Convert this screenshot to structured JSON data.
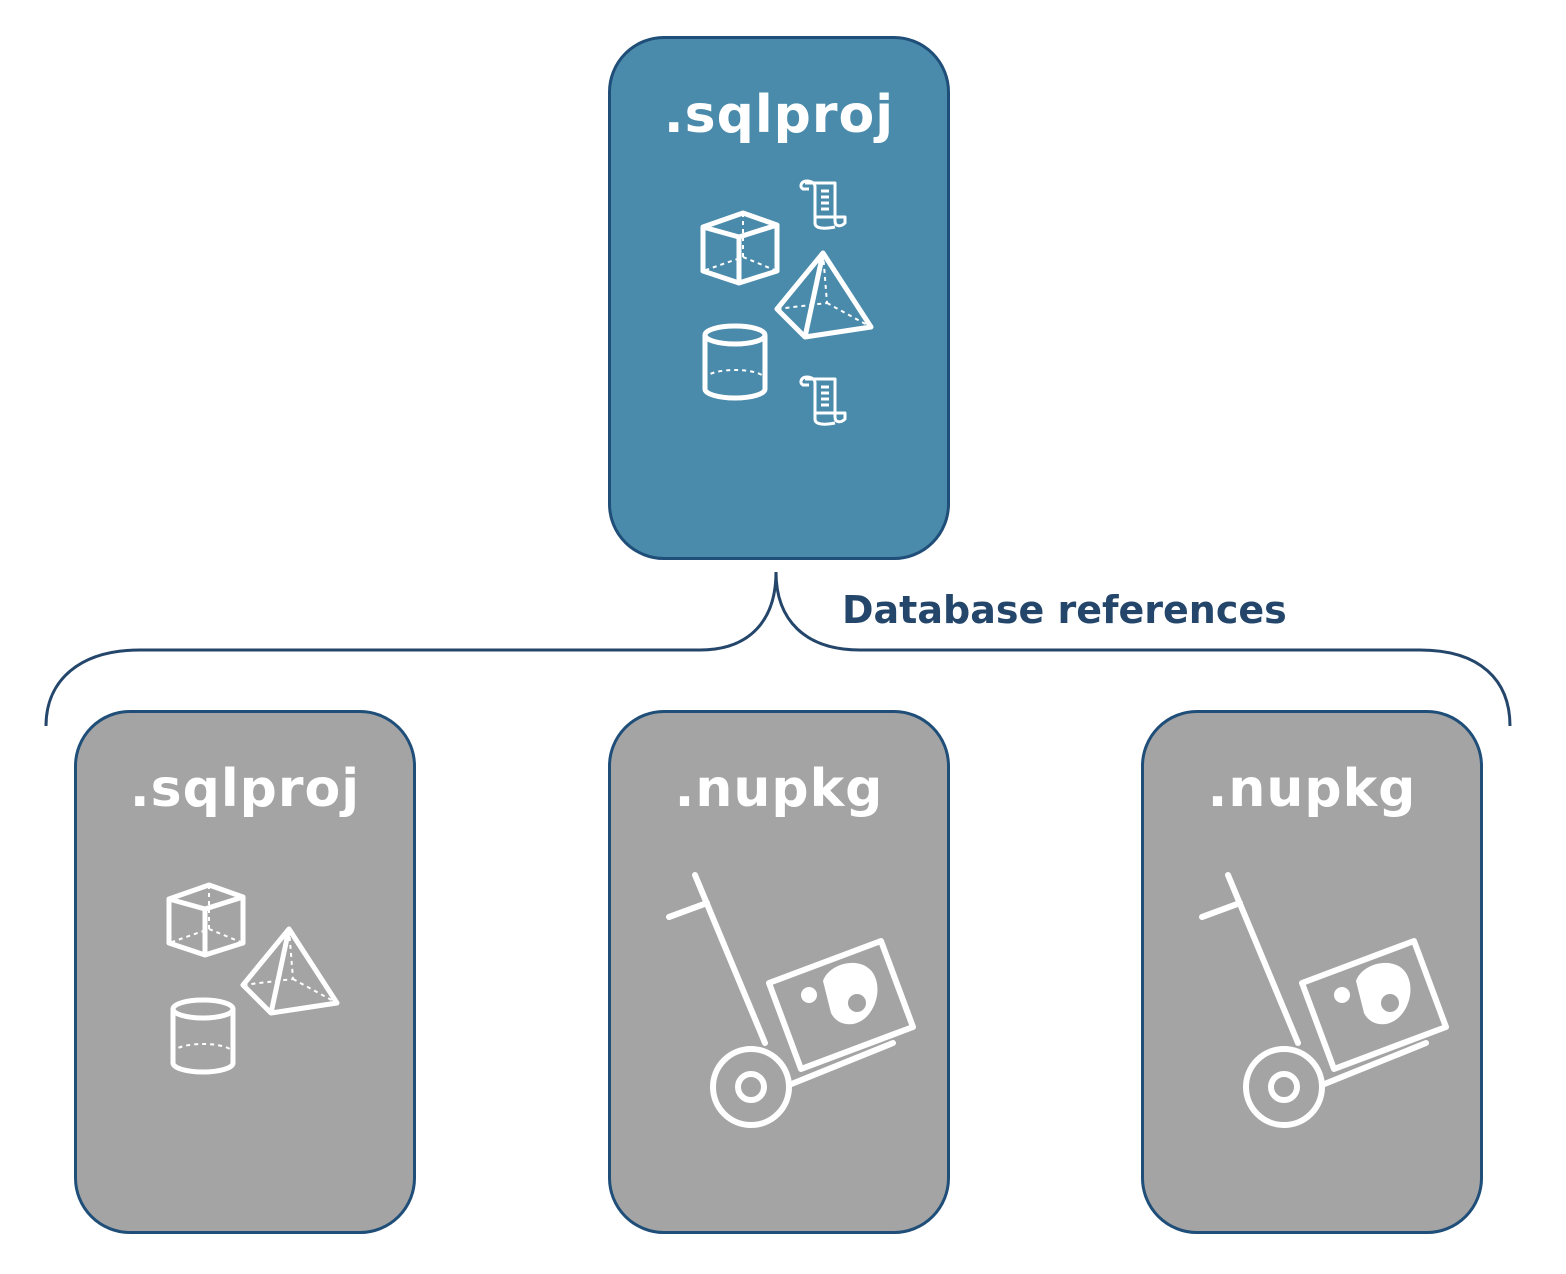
{
  "colors": {
    "root_fill": "#4a8bab",
    "ref_fill": "#a4a4a4",
    "border": "#1f4e79",
    "label": "#24466b"
  },
  "root": {
    "label": ".sqlproj",
    "icons": [
      "cube-icon",
      "pyramid-icon",
      "cylinder-icon",
      "scroll-icon",
      "scroll-icon"
    ]
  },
  "connector": {
    "label": "Database references"
  },
  "references": [
    {
      "label": ".sqlproj",
      "icons": [
        "cube-icon",
        "pyramid-icon",
        "cylinder-icon"
      ]
    },
    {
      "label": ".nupkg",
      "icons": [
        "hand-truck-package-icon"
      ]
    },
    {
      "label": ".nupkg",
      "icons": [
        "hand-truck-package-icon"
      ]
    }
  ]
}
